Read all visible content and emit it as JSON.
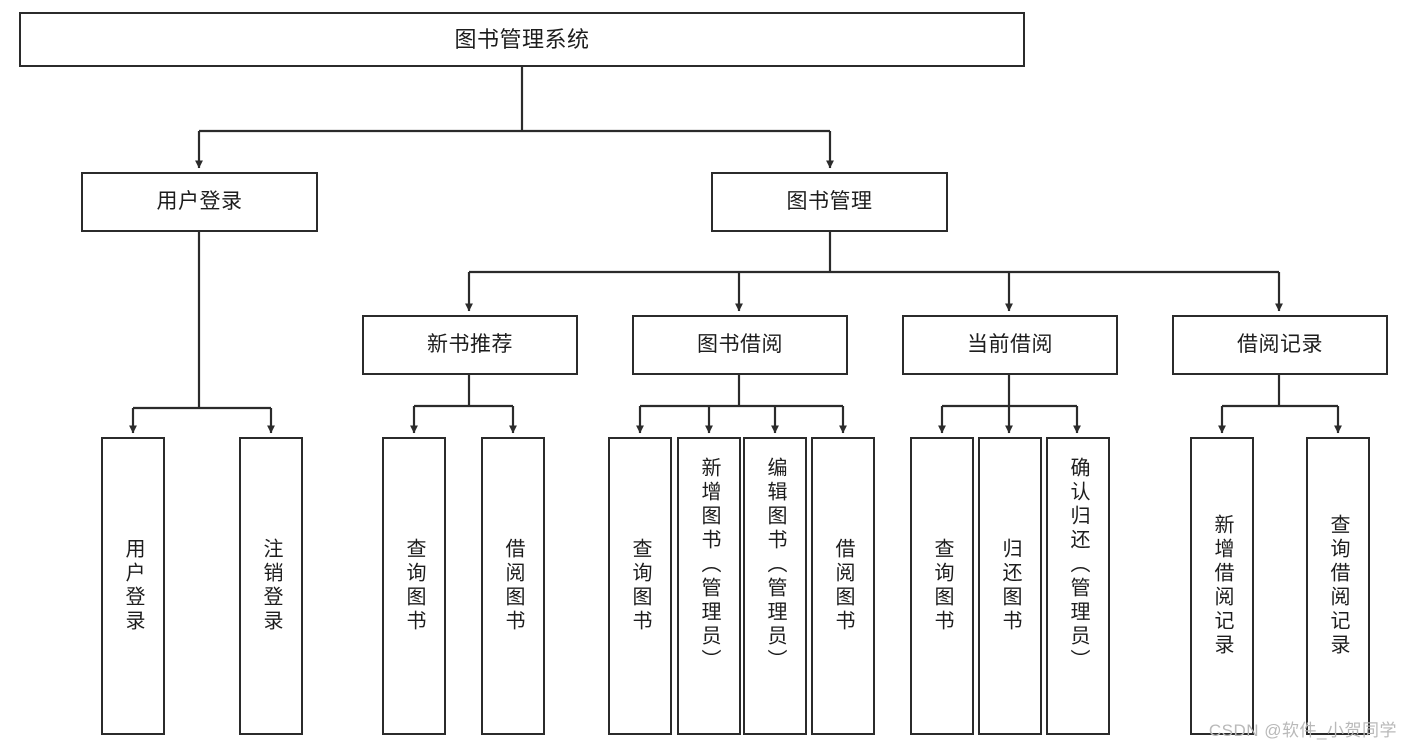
{
  "diagram": {
    "title": "图书管理系统",
    "type": "tree",
    "watermark": "CSDN @软件_小贺同学",
    "colors": {
      "stroke": "#2b2b2b",
      "fill": "#ffffff",
      "text": "#1d1d1d",
      "watermark": "#b9b9b9"
    },
    "root": {
      "label": "图书管理系统"
    },
    "level2": [
      {
        "label": "用户登录"
      },
      {
        "label": "图书管理"
      }
    ],
    "level3": [
      {
        "label": "新书推荐"
      },
      {
        "label": "图书借阅"
      },
      {
        "label": "当前借阅"
      },
      {
        "label": "借阅记录"
      }
    ],
    "leaves": {
      "user_login": [
        {
          "label": "用户登录"
        },
        {
          "label": "注销登录"
        }
      ],
      "new_book": [
        {
          "label": "查询图书"
        },
        {
          "label": "借阅图书"
        }
      ],
      "book_borrow": [
        {
          "label": "查询图书"
        },
        {
          "label": "新增图书（管理员）"
        },
        {
          "label": "编辑图书（管理员）"
        },
        {
          "label": "借阅图书"
        }
      ],
      "current_borrow": [
        {
          "label": "查询图书"
        },
        {
          "label": "归还图书"
        },
        {
          "label": "确认归还（管理员）"
        }
      ],
      "borrow_record": [
        {
          "label": "新增借阅记录"
        },
        {
          "label": "查询借阅记录"
        }
      ]
    }
  }
}
